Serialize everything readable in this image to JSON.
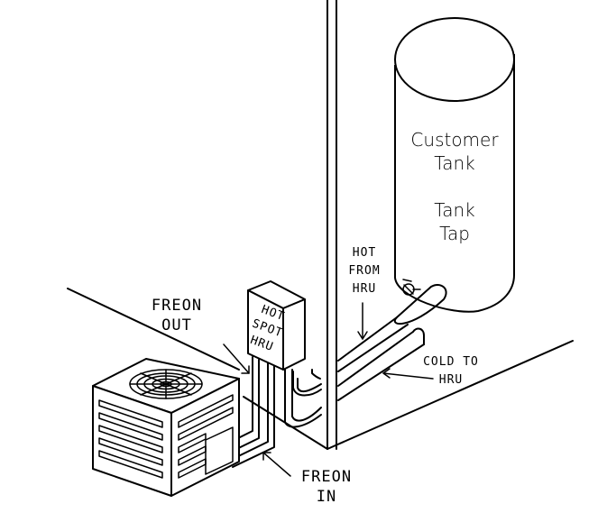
{
  "labels": {
    "tank_line1": "Customer",
    "tank_line2": "Tank",
    "tap_line1": "Tank",
    "tap_line2": "Tap",
    "hot_from_hru_1": "HOT",
    "hot_from_hru_2": "FROM",
    "hot_from_hru_3": "HRU",
    "freon_out_1": "FREON",
    "freon_out_2": "OUT",
    "hru_1": "HOT",
    "hru_2": "SPOT",
    "hru_3": "HRU",
    "cold_to_hru_1": "COLD TO",
    "cold_to_hru_2": "HRU",
    "freon_in_1": "FREON",
    "freon_in_2": "IN"
  }
}
